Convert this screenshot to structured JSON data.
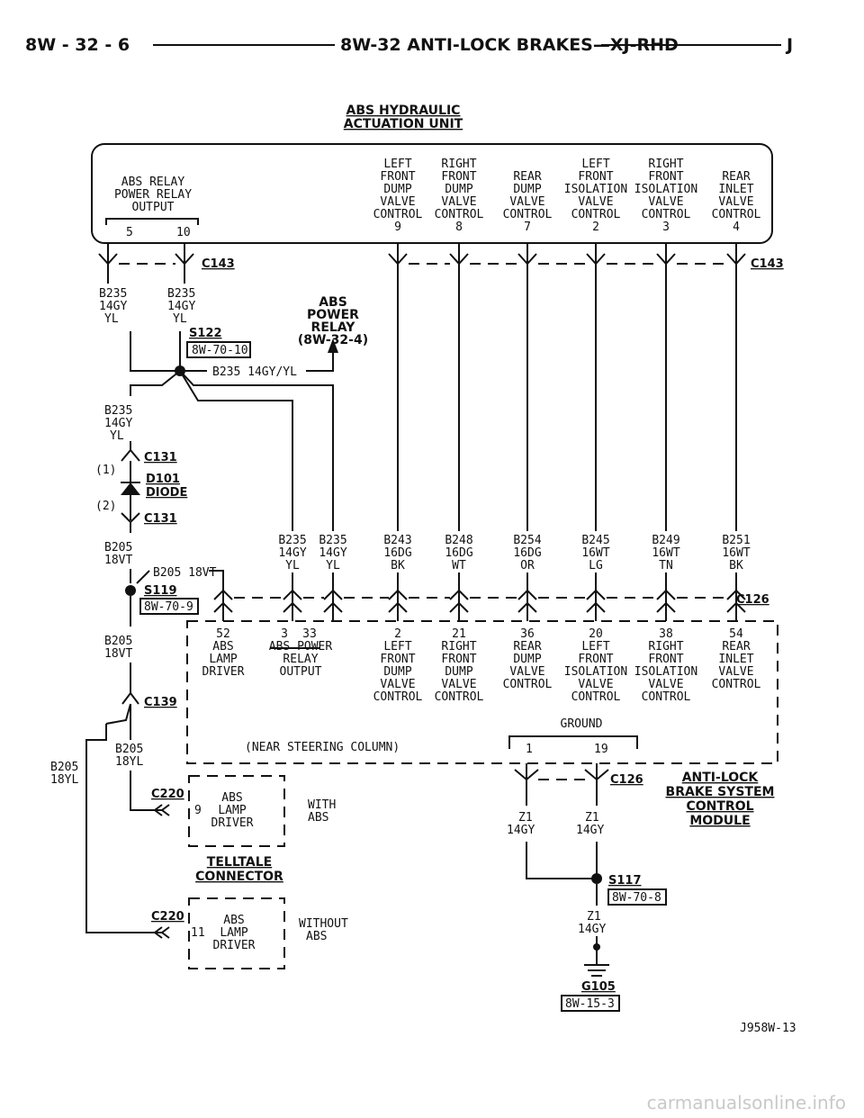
{
  "header": {
    "page": "8W - 32 - 6",
    "title": "8W-32 ANTI-LOCK BRAKES—XJ-RHD",
    "code": "J"
  },
  "hcu": {
    "title1": "ABS HYDRAULIC",
    "title2": "ACTUATION UNIT",
    "relay_label": [
      "ABS RELAY",
      "POWER RELAY",
      "OUTPUT"
    ],
    "relay_pins": [
      "5",
      "10"
    ],
    "valves": [
      {
        "lines": [
          "LEFT",
          "FRONT",
          "DUMP",
          "VALVE",
          "CONTROL"
        ],
        "pin": "9"
      },
      {
        "lines": [
          "RIGHT",
          "FRONT",
          "DUMP",
          "VALVE",
          "CONTROL"
        ],
        "pin": "8"
      },
      {
        "lines": [
          "REAR",
          "DUMP",
          "VALVE",
          "CONTROL"
        ],
        "pin": "7"
      },
      {
        "lines": [
          "LEFT",
          "FRONT",
          "ISOLATION",
          "VALVE",
          "CONTROL"
        ],
        "pin": "2"
      },
      {
        "lines": [
          "RIGHT",
          "FRONT",
          "ISOLATION",
          "VALVE",
          "CONTROL"
        ],
        "pin": "3"
      },
      {
        "lines": [
          "REAR",
          "INLET",
          "VALVE",
          "CONTROL"
        ],
        "pin": "4"
      }
    ]
  },
  "connectors": {
    "c143": "C143",
    "c126": "C126",
    "c131": "C131",
    "c139": "C139",
    "c220": "C220"
  },
  "splices": {
    "s122": "S122",
    "s122_ref": "8W-70-10",
    "s119": "S119",
    "s119_ref": "8W-70-9",
    "s117": "S117",
    "s117_ref": "8W-70-8"
  },
  "relay_ref": [
    "ABS",
    "POWER",
    "RELAY",
    "(8W-32-4)"
  ],
  "wires": {
    "b235_left": [
      "B235",
      "14GY",
      "YL"
    ],
    "b235_right": [
      "B235",
      "14GY",
      "YL"
    ],
    "b235_splice": "B235 14GY/YL",
    "b235_c131": [
      "B235",
      "14GY",
      "YL"
    ],
    "b205_diode": [
      "B205",
      "18VT"
    ],
    "b205_tap": "B205 18VT",
    "b205_mid": [
      "B205",
      "18VT"
    ],
    "b205_c139": [
      "B205",
      "18YL"
    ],
    "b205_far": [
      "B205",
      "18YL"
    ],
    "cab": [
      [
        "B235",
        "14GY",
        "YL"
      ],
      [
        "B235",
        "14GY",
        "YL"
      ],
      [
        "B243",
        "16DG",
        "BK"
      ],
      [
        "B248",
        "16DG",
        "WT"
      ],
      [
        "B254",
        "16DG",
        "OR"
      ],
      [
        "B245",
        "16WT",
        "LG"
      ],
      [
        "B249",
        "16WT",
        "TN"
      ],
      [
        "B251",
        "16WT",
        "BK"
      ]
    ],
    "z1_left": [
      "Z1",
      "14GY"
    ],
    "z1_right": [
      "Z1",
      "14GY"
    ],
    "z1_ground": [
      "Z1",
      "14GY"
    ]
  },
  "diode": {
    "pin1": "(1)",
    "pin2": "(2)",
    "name": "D101",
    "label": "DIODE"
  },
  "cab_module": {
    "pins": [
      {
        "pin": "52",
        "lines": [
          "ABS",
          "LAMP",
          "DRIVER"
        ]
      },
      {
        "pin": "3",
        "lines": []
      },
      {
        "pin": "33",
        "lines": [
          "ABS POWER",
          "RELAY",
          "OUTPUT"
        ]
      },
      {
        "pin": "2",
        "lines": [
          "LEFT",
          "FRONT",
          "DUMP",
          "VALVE",
          "CONTROL"
        ]
      },
      {
        "pin": "21",
        "lines": [
          "RIGHT",
          "FRONT",
          "DUMP",
          "VALVE",
          "CONTROL"
        ]
      },
      {
        "pin": "36",
        "lines": [
          "REAR",
          "DUMP",
          "VALVE",
          "CONTROL"
        ]
      },
      {
        "pin": "20",
        "lines": [
          "LEFT",
          "FRONT",
          "ISOLATION",
          "VALVE",
          "CONTROL"
        ]
      },
      {
        "pin": "38",
        "lines": [
          "RIGHT",
          "FRONT",
          "ISOLATION",
          "VALVE",
          "CONTROL"
        ]
      },
      {
        "pin": "54",
        "lines": [
          "REAR",
          "INLET",
          "VALVE",
          "CONTROL"
        ]
      }
    ],
    "ground_label": "GROUND",
    "ground_pins": [
      "1",
      "19"
    ],
    "location": "(NEAR STEERING COLUMN)",
    "title": [
      "ANTI-LOCK",
      "BRAKE SYSTEM",
      "CONTROL",
      "MODULE"
    ]
  },
  "telltale": {
    "with": {
      "pin": "9",
      "lines": [
        "ABS",
        "LAMP",
        "DRIVER"
      ],
      "note": [
        "WITH",
        "ABS"
      ]
    },
    "without": {
      "pin": "11",
      "lines": [
        "ABS",
        "LAMP",
        "DRIVER"
      ],
      "note": [
        "WITHOUT",
        "ABS"
      ]
    },
    "title": [
      "TELLTALE",
      "CONNECTOR"
    ]
  },
  "ground": {
    "name": "G105",
    "ref": "8W-15-3"
  },
  "figure_id": "J958W-13",
  "watermark": "carmanualsonline.info"
}
